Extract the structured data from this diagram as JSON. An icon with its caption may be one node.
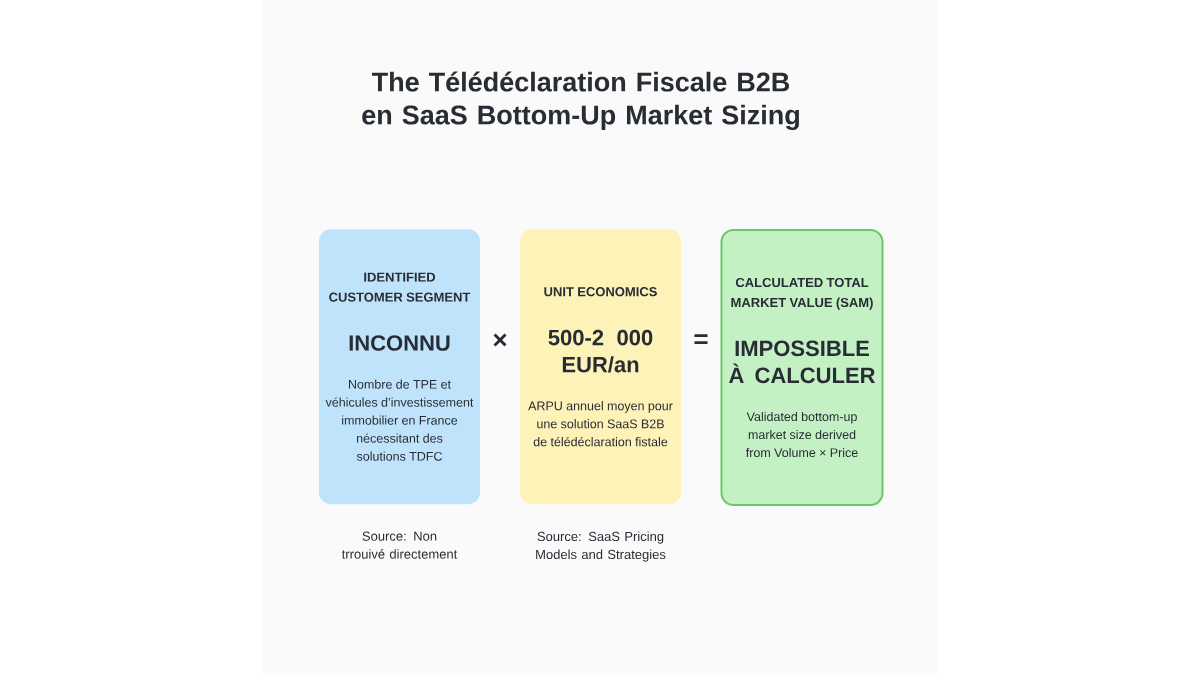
{
  "diagram": {
    "title": "The Télédéclaration Fiscale B2B en SaaS Bottom-Up Market Sizing",
    "nodes": [
      {
        "text": [
          "IDENTIFIED CUSTOMER SEGMENT",
          "INCONNU",
          "Nombre de TPE et véhicules d’investissement immobilier en France nécessitant des solutions TDFC"
        ],
        "beside": [
          "Source: Non trrouivé directement"
        ]
      },
      {
        "text": [
          "UNIT ECONOMICS",
          "500-2 000 EUR/an",
          "ARPU annuel moyen pour une solution SaaS B2B de télédéclaration fistale"
        ],
        "beside": [
          "Source: SaaS Pricing Models and Strategies"
        ]
      },
      {
        "text": [
          "CALCULATED TOTAL MARKET VALUE (SAM)",
          "IMPOSSIBLE À CALCULER",
          "Validated bottom-up market size derived from Volume × Price"
        ]
      }
    ],
    "labels": [
      "×",
      "="
    ]
  }
}
